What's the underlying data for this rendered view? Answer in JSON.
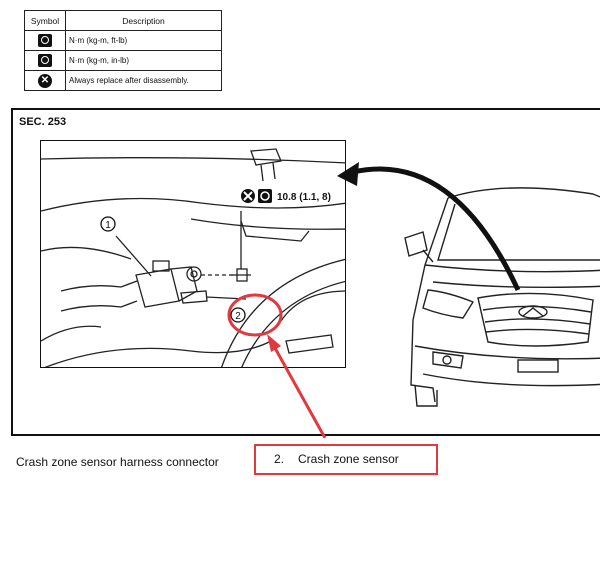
{
  "legend": {
    "headers": {
      "symbol": "Symbol",
      "description": "Description"
    },
    "rows": [
      {
        "icon": "torque-wrench-icon",
        "description": "N·m (kg-m, ft-lb)"
      },
      {
        "icon": "torque-wrench-small-icon",
        "description": "N·m (kg-m, in-lb)"
      },
      {
        "icon": "always-replace-icon",
        "description": "Always replace after disassembly."
      }
    ]
  },
  "figure": {
    "section": "SEC. 253",
    "torque": "10.8 (1.1, 8)",
    "callouts": [
      "1",
      "2"
    ]
  },
  "captions": {
    "left": "Crash zone sensor harness connector",
    "boxed_number": "2.",
    "boxed_text": "Crash zone sensor"
  },
  "colors": {
    "highlight": "#e0393e",
    "ink": "#111111"
  }
}
